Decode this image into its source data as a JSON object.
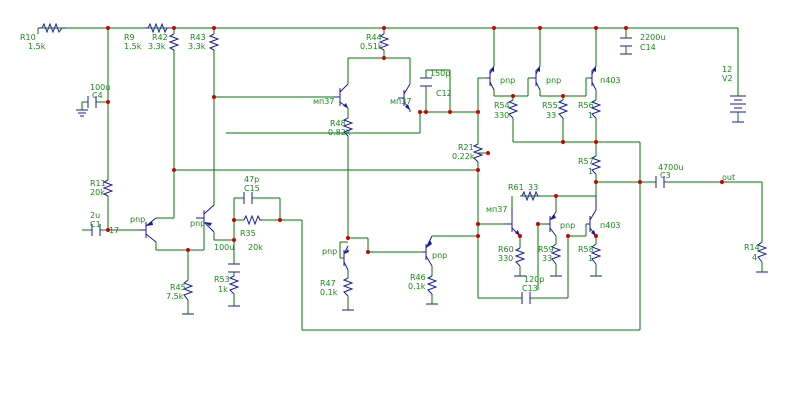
{
  "labels": {
    "R10": "R10",
    "R10v": "1.5k",
    "R9": "R9",
    "R9v": "1.5k",
    "R42": "R42",
    "R42v": "3.3k",
    "R43": "R43",
    "R43v": "3.3k",
    "R44": "R44",
    "R44v": "0.51k",
    "C4": "C4",
    "C4v": "100u",
    "C14": "C14",
    "C14v": "2200u",
    "V2": "V2",
    "V2v": "12",
    "C12": "C12",
    "C12v": "150p",
    "mp37a": "мп37",
    "mp37b": "мп37",
    "mp37c": "мп37",
    "pnp1": "pnp",
    "pnp2": "pnp",
    "pnp3": "pnp",
    "pnp4": "pnp",
    "pnp5": "pnp",
    "pnp6": "pnp",
    "pnp7": "pnp",
    "p403a": "п403",
    "p403b": "п403",
    "R48": "R48",
    "R48v": "0.82k",
    "R54": "R54",
    "R54v": "330",
    "R55": "R55",
    "R55v": "33",
    "R56": "R56",
    "R56v": "1",
    "R21": "R21",
    "R21v": "0.22k",
    "R57": "R57",
    "R57v": "1",
    "C3": "C3",
    "C3v": "4700u",
    "out": "out",
    "R11": "R11",
    "R11v": "20k",
    "C15": "C15",
    "C15v": "47p",
    "R35": "R35",
    "R35v": "20k",
    "C1": "C1",
    "C1v": "2u",
    "node17": "17",
    "C100u": "100u",
    "R53": "R53",
    "R53v": "1k",
    "R45": "R45",
    "R45v": "7.5k",
    "R47": "R47",
    "R47v": "0.1k",
    "R46": "R46",
    "R46v": "0.1k",
    "R61": "R61",
    "R61v": "33",
    "R60": "R60",
    "R60v": "330",
    "R59": "R59",
    "R59v": "33",
    "R58": "R58",
    "R58v": "1",
    "C13": "C13",
    "C13v": "120p",
    "R14": "R14",
    "R14v": "4"
  }
}
